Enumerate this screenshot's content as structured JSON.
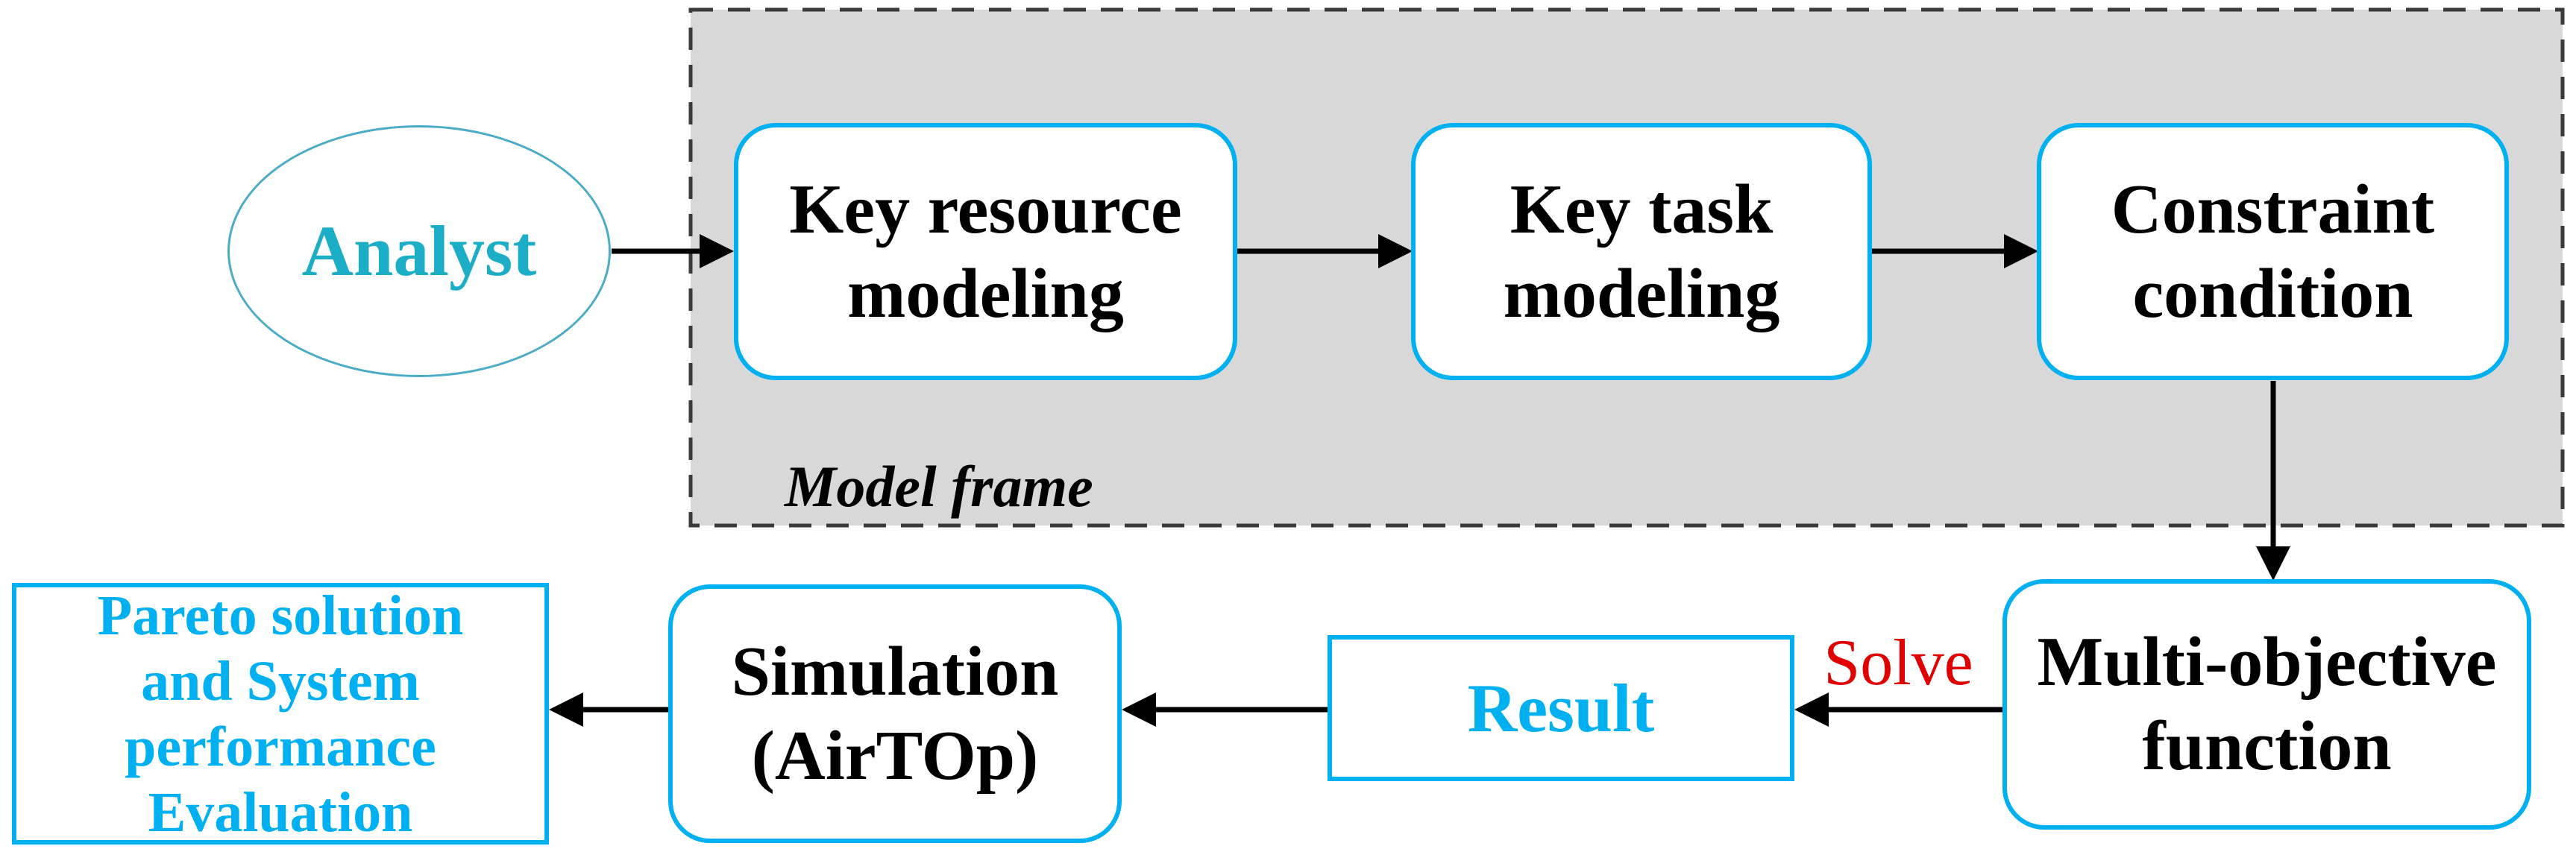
{
  "diagram": {
    "title_hint": "Model frame flowchart",
    "ellipse": {
      "label": "Analyst"
    },
    "model_frame": {
      "label": "Model frame"
    },
    "boxes": {
      "key_resource": {
        "lines": [
          "Key resource",
          "modeling"
        ]
      },
      "key_task": {
        "lines": [
          "Key task",
          "modeling"
        ]
      },
      "constraint": {
        "lines": [
          "Constraint",
          "condition"
        ]
      },
      "multi_objective": {
        "lines": [
          "Multi-objective",
          "function"
        ]
      },
      "result": {
        "label": "Result"
      },
      "simulation": {
        "lines": [
          "Simulation",
          "(AirTOp)"
        ]
      },
      "pareto": {
        "lines": [
          "Pareto solution",
          "and System",
          "performance",
          "Evaluation"
        ]
      }
    },
    "annotations": {
      "solve_label": "Solve"
    },
    "colors": {
      "box_border_cyan": "#00B0F0",
      "cyan_text": "#00B0F0",
      "analyst_text_teal": "#1BAEC6",
      "ellipse_border_teal": "#4BACC6",
      "frame_fill_gray": "#D8D8D8",
      "frame_dash_gray": "#3A3A3A",
      "solve_red": "#E00000",
      "arrow_black": "#000000"
    }
  }
}
